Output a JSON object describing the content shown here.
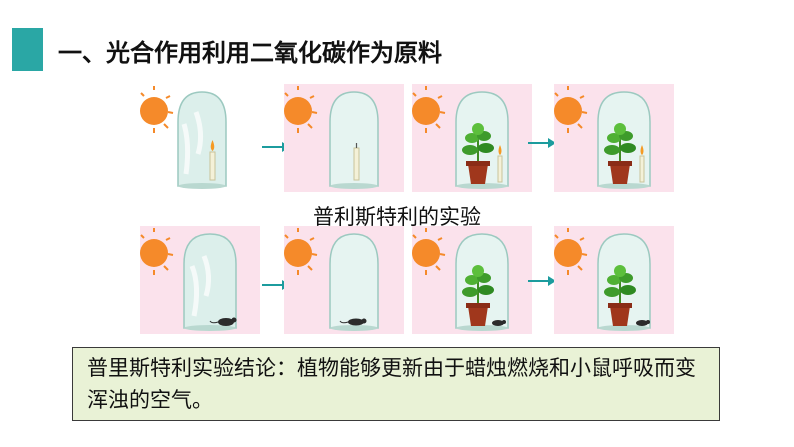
{
  "slide": {
    "title": "一、光合作用利用二氧化碳作为原料",
    "caption": "普利斯特利的实验",
    "conclusion": "普里斯特利实验结论：植物能够更新由于蜡烛燃烧和小鼠呼吸而变浑浊的空气。"
  },
  "colors": {
    "accent": "#2aa7a5",
    "panel_bg": "#fbe2ec",
    "conclusion_bg": "#e9f2d6",
    "sun": "#f58a2a"
  },
  "experiment_rows": [
    {
      "subject": "candle",
      "panels": [
        "sun-candle-cloudy",
        "candle-out",
        "sun-plant-candle",
        "plant-candle"
      ]
    },
    {
      "subject": "mouse",
      "panels": [
        "sun-mouse-cloudy",
        "mouse-down",
        "sun-plant-mouse",
        "plant-mouse"
      ]
    }
  ]
}
